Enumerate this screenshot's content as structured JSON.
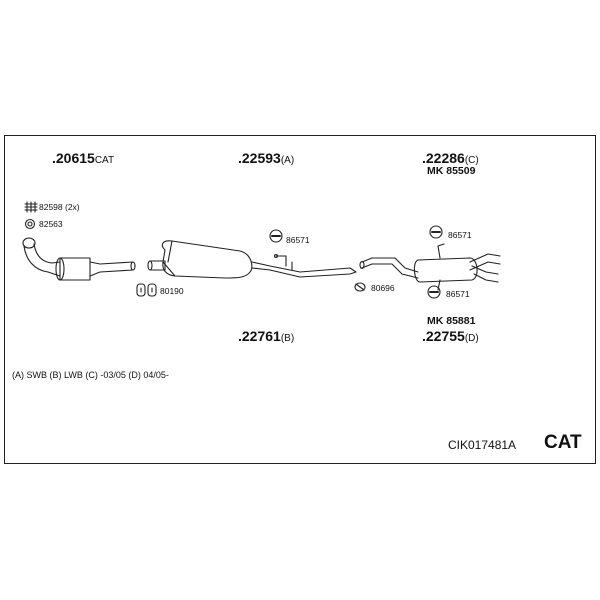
{
  "parts": {
    "p20615": {
      "number": ".20615",
      "suffix": "CAT"
    },
    "p22593": {
      "number": ".22593",
      "suffix": "(A)"
    },
    "p22286": {
      "number": ".22286",
      "suffix": "(C)"
    },
    "p22761": {
      "number": ".22761",
      "suffix": "(B)"
    },
    "p22755": {
      "number": ".22755",
      "suffix": "(D)"
    }
  },
  "mk": {
    "mk85509": "MK 85509",
    "mk85881": "MK 85881"
  },
  "labels": {
    "l82598": "82598 (2x)",
    "l82563": "82563",
    "l80190": "80190",
    "l86571a": "86571",
    "l80696": "80696",
    "l86571b": "86571",
    "l86571c": "86571"
  },
  "legend": "(A) SWB (B) LWB (C) -03/05 (D) 04/05-",
  "diagram_code": "CIK017481A",
  "badge": "CAT"
}
